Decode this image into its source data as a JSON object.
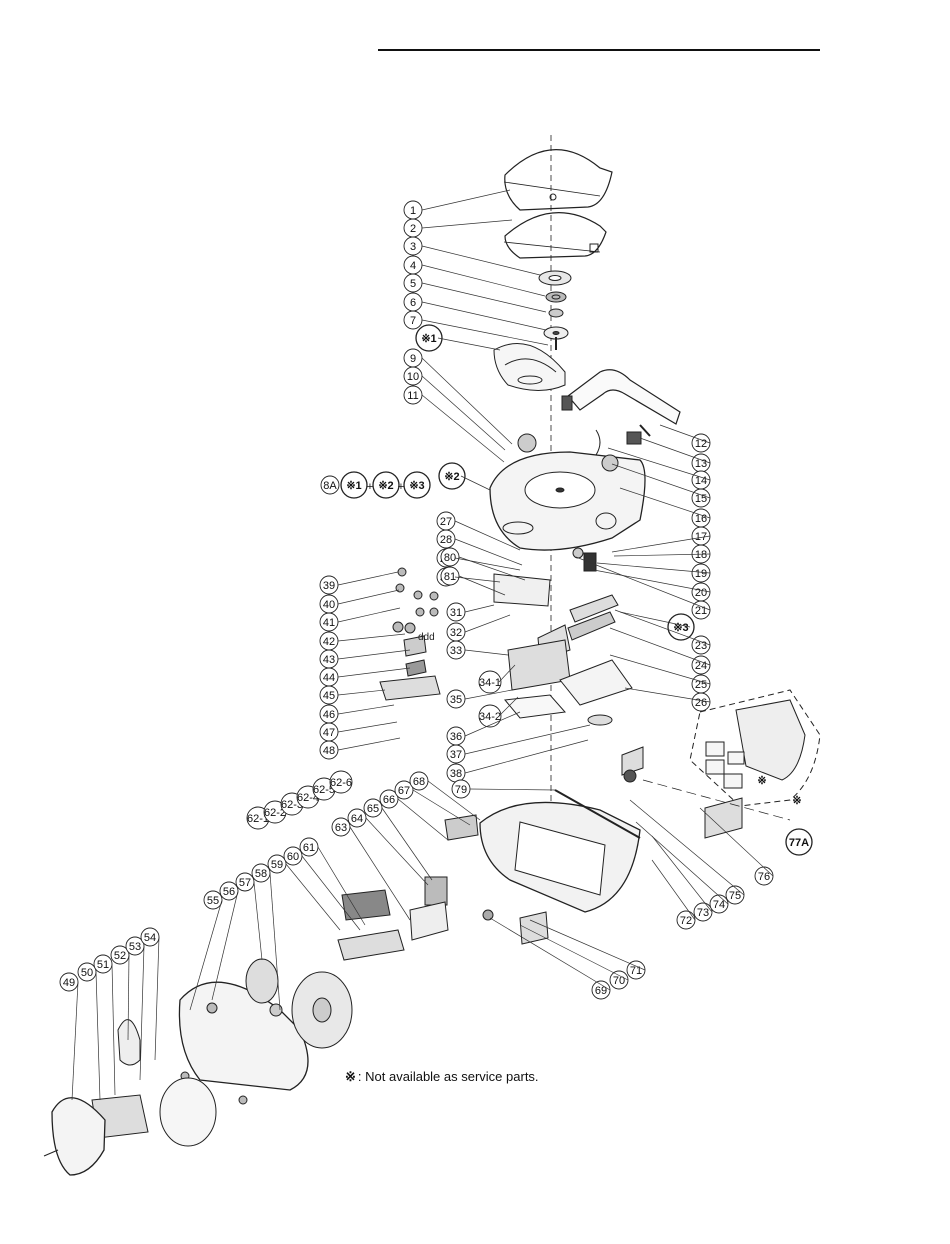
{
  "diagram": {
    "note_symbol": "※",
    "note_text": ": Not available as service parts.",
    "callouts": [
      {
        "id": "c1",
        "text": "1"
      },
      {
        "id": "c2",
        "text": "2"
      },
      {
        "id": "c3",
        "text": "3"
      },
      {
        "id": "c4",
        "text": "4"
      },
      {
        "id": "c5",
        "text": "5"
      },
      {
        "id": "c6",
        "text": "6"
      },
      {
        "id": "c7",
        "text": "7"
      },
      {
        "id": "c8",
        "text": "※1"
      },
      {
        "id": "c9",
        "text": "9"
      },
      {
        "id": "c10",
        "text": "10"
      },
      {
        "id": "c11",
        "text": "11"
      },
      {
        "id": "c12",
        "text": "12"
      },
      {
        "id": "c13",
        "text": "13"
      },
      {
        "id": "c14",
        "text": "14"
      },
      {
        "id": "c15",
        "text": "15"
      },
      {
        "id": "c16",
        "text": "16"
      },
      {
        "id": "c17",
        "text": "17"
      },
      {
        "id": "c18",
        "text": "18"
      },
      {
        "id": "c19",
        "text": "19"
      },
      {
        "id": "c20",
        "text": "20"
      },
      {
        "id": "c21",
        "text": "21"
      },
      {
        "id": "c22",
        "text": "※2"
      },
      {
        "id": "c23",
        "text": "23"
      },
      {
        "id": "c24",
        "text": "24"
      },
      {
        "id": "c25",
        "text": "25"
      },
      {
        "id": "c26",
        "text": "26"
      },
      {
        "id": "c27",
        "text": "27"
      },
      {
        "id": "c28",
        "text": "28"
      },
      {
        "id": "c29",
        "text": "29"
      },
      {
        "id": "c30",
        "text": "30"
      },
      {
        "id": "c31",
        "text": "31"
      },
      {
        "id": "c32",
        "text": "32"
      },
      {
        "id": "c33",
        "text": "33"
      },
      {
        "id": "c34a",
        "text": "34-1"
      },
      {
        "id": "c35",
        "text": "35"
      },
      {
        "id": "c34b",
        "text": "34-2"
      },
      {
        "id": "c36",
        "text": "36"
      },
      {
        "id": "c37",
        "text": "37"
      },
      {
        "id": "c38",
        "text": "38"
      },
      {
        "id": "c39",
        "text": "39"
      },
      {
        "id": "c40",
        "text": "40"
      },
      {
        "id": "c41",
        "text": "41"
      },
      {
        "id": "c42",
        "text": "42"
      },
      {
        "id": "c43",
        "text": "43"
      },
      {
        "id": "c44",
        "text": "44"
      },
      {
        "id": "c45",
        "text": "45"
      },
      {
        "id": "c46",
        "text": "46"
      },
      {
        "id": "c47",
        "text": "47"
      },
      {
        "id": "c48",
        "text": "48"
      },
      {
        "id": "c49",
        "text": "49"
      },
      {
        "id": "c50",
        "text": "50"
      },
      {
        "id": "c51",
        "text": "51"
      },
      {
        "id": "c52",
        "text": "52"
      },
      {
        "id": "c53",
        "text": "53"
      },
      {
        "id": "c54",
        "text": "54"
      },
      {
        "id": "c55",
        "text": "55"
      },
      {
        "id": "c56",
        "text": "56"
      },
      {
        "id": "c57",
        "text": "57"
      },
      {
        "id": "c58",
        "text": "58"
      },
      {
        "id": "c59",
        "text": "59"
      },
      {
        "id": "c60",
        "text": "60"
      },
      {
        "id": "c61",
        "text": "61"
      },
      {
        "id": "c62a",
        "text": "62-1"
      },
      {
        "id": "c62b",
        "text": "62-2"
      },
      {
        "id": "c62c",
        "text": "62-3"
      },
      {
        "id": "c62d",
        "text": "62-4"
      },
      {
        "id": "c62e",
        "text": "62-5"
      },
      {
        "id": "c62f",
        "text": "62-6"
      },
      {
        "id": "c63",
        "text": "63"
      },
      {
        "id": "c64",
        "text": "64"
      },
      {
        "id": "c65",
        "text": "65"
      },
      {
        "id": "c66",
        "text": "66"
      },
      {
        "id": "c67",
        "text": "67"
      },
      {
        "id": "c68",
        "text": "68"
      },
      {
        "id": "c69",
        "text": "69"
      },
      {
        "id": "c70",
        "text": "70"
      },
      {
        "id": "c71",
        "text": "71"
      },
      {
        "id": "c72",
        "text": "72"
      },
      {
        "id": "c73",
        "text": "73"
      },
      {
        "id": "c74",
        "text": "74"
      },
      {
        "id": "c75",
        "text": "75"
      },
      {
        "id": "c76",
        "text": "76"
      },
      {
        "id": "c77",
        "text": "77A"
      },
      {
        "id": "c79",
        "text": "79"
      },
      {
        "id": "c80",
        "text": "80"
      },
      {
        "id": "c81",
        "text": "81"
      },
      {
        "id": "c83",
        "text": "※3"
      },
      {
        "id": "c8a",
        "text": "8A"
      },
      {
        "id": "c8a1",
        "text": "※1"
      },
      {
        "id": "c8a2",
        "text": "※2"
      },
      {
        "id": "c8a3",
        "text": "※3"
      },
      {
        "id": "c77s1",
        "text": "※"
      },
      {
        "id": "c77s2",
        "text": "※"
      }
    ]
  }
}
